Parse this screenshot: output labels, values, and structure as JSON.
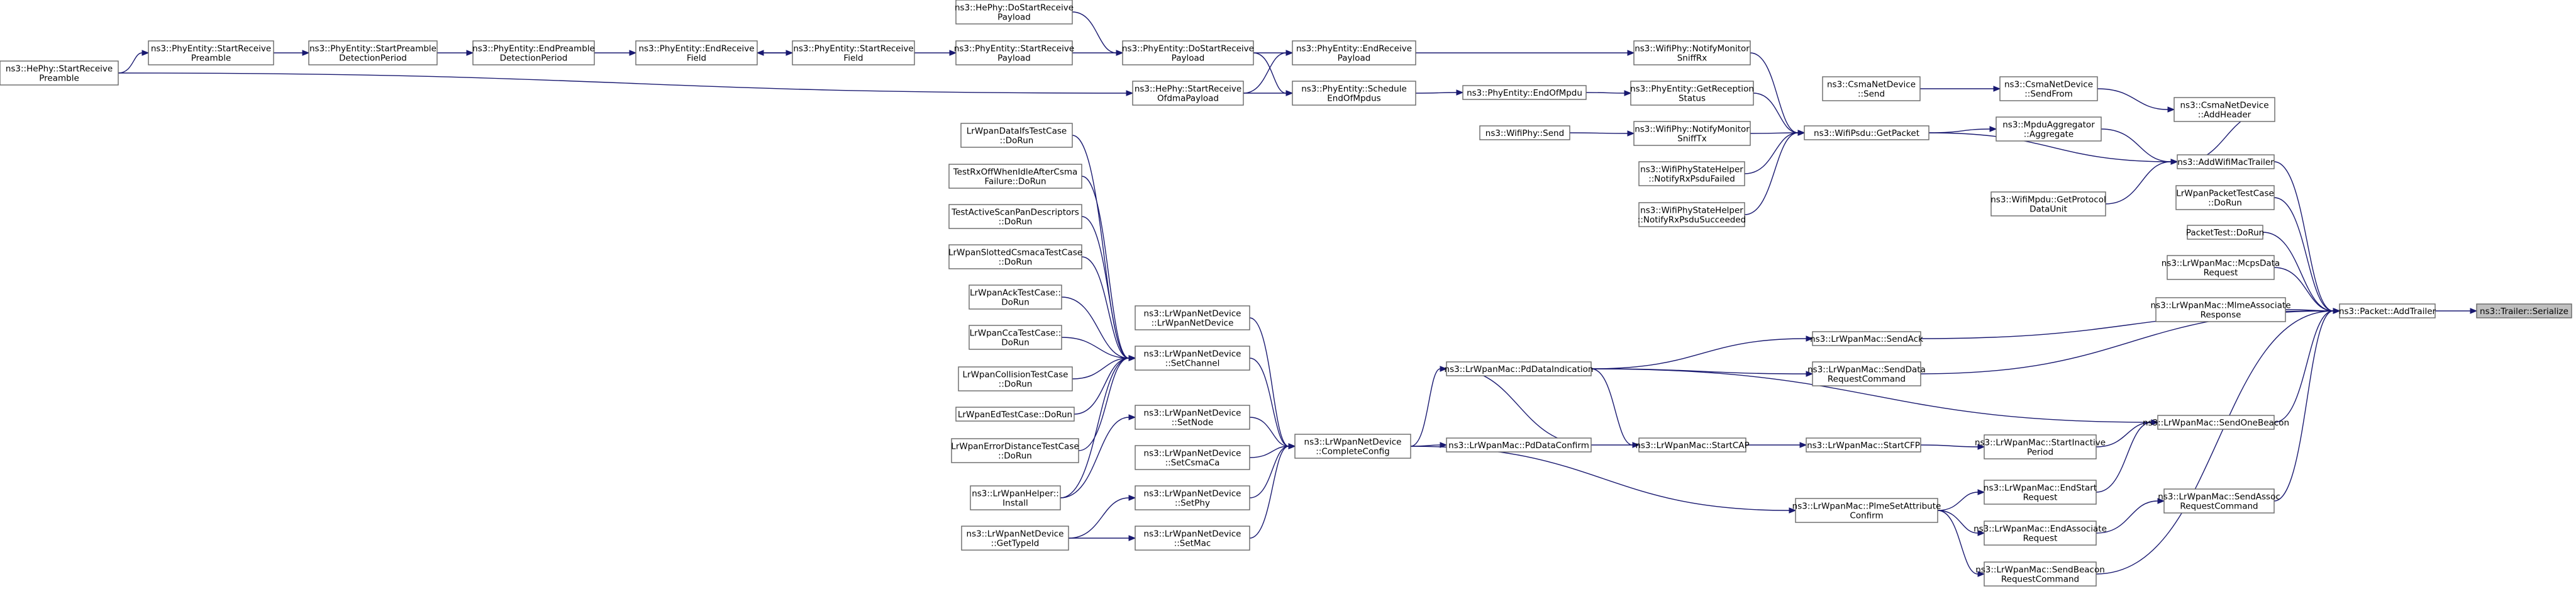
{
  "title": "",
  "colors": {
    "edge": "#191970",
    "node_border": "#666666",
    "root_fill": "#bfbfbf",
    "node_fill": "#ffffff"
  },
  "nodes": [
    {
      "id": "serialize",
      "lines": [
        "ns3::Trailer::Serialize"
      ],
      "root": true
    },
    {
      "id": "addTrailer",
      "lines": [
        "ns3::Packet::AddTrailer"
      ]
    },
    {
      "id": "addWifiMacTrailer",
      "lines": [
        "ns3::AddWifiMacTrailer"
      ]
    },
    {
      "id": "lrPacketTest",
      "lines": [
        "LrWpanPacketTestCase",
        "::DoRun"
      ]
    },
    {
      "id": "packetTest",
      "lines": [
        "PacketTest::DoRun"
      ]
    },
    {
      "id": "mcpsData",
      "lines": [
        "ns3::LrWpanMac::McpsData",
        "Request"
      ]
    },
    {
      "id": "mlmeAssocResp",
      "lines": [
        "ns3::LrWpanMac::MlmeAssociate",
        "Response"
      ]
    },
    {
      "id": "sendAck",
      "lines": [
        "ns3::LrWpanMac::SendAck"
      ]
    },
    {
      "id": "sendDataReq",
      "lines": [
        "ns3::LrWpanMac::SendData",
        "RequestCommand"
      ]
    },
    {
      "id": "sendOneBeacon",
      "lines": [
        "ns3::LrWpanMac::SendOneBeacon"
      ]
    },
    {
      "id": "sendAssocReq",
      "lines": [
        "ns3::LrWpanMac::SendAssoc",
        "RequestCommand"
      ]
    },
    {
      "id": "sendBeaconReq",
      "lines": [
        "ns3::LrWpanMac::SendBeacon",
        "RequestCommand"
      ]
    },
    {
      "id": "csmaAddHeader",
      "lines": [
        "ns3::CsmaNetDevice",
        "::AddHeader"
      ]
    },
    {
      "id": "csmaSendFrom",
      "lines": [
        "ns3::CsmaNetDevice",
        "::SendFrom"
      ]
    },
    {
      "id": "csmaSend",
      "lines": [
        "ns3::CsmaNetDevice",
        "::Send"
      ]
    },
    {
      "id": "mpduAgg",
      "lines": [
        "ns3::MpduAggregator",
        "::Aggregate"
      ]
    },
    {
      "id": "getProtocolDataUnit",
      "lines": [
        "ns3::WifiMpdu::GetProtocol",
        "DataUnit"
      ]
    },
    {
      "id": "getPacket",
      "lines": [
        "ns3::WifiPsdu::GetPacket"
      ]
    },
    {
      "id": "notifyMonitorRx",
      "lines": [
        "ns3::WifiPhy::NotifyMonitor",
        "SniffRx"
      ]
    },
    {
      "id": "getReceptionStatus",
      "lines": [
        "ns3::PhyEntity::GetReception",
        "Status"
      ]
    },
    {
      "id": "notifyMonitorTx",
      "lines": [
        "ns3::WifiPhy::NotifyMonitor",
        "SniffTx"
      ]
    },
    {
      "id": "notifyRxPsduFailed",
      "lines": [
        "ns3::WifiPhyStateHelper",
        "::NotifyRxPsduFailed"
      ]
    },
    {
      "id": "notifyRxPsduSucceeded",
      "lines": [
        "ns3::WifiPhyStateHelper",
        "::NotifyRxPsduSucceeded"
      ]
    },
    {
      "id": "wifiPhySend",
      "lines": [
        "ns3::WifiPhy::Send"
      ]
    },
    {
      "id": "endReceivePayload",
      "lines": [
        "ns3::PhyEntity::EndReceive",
        "Payload"
      ]
    },
    {
      "id": "endOfMpdu",
      "lines": [
        "ns3::PhyEntity::EndOfMpdu"
      ]
    },
    {
      "id": "scheduleEndOfMpdus",
      "lines": [
        "ns3::PhyEntity::Schedule",
        "EndOfMpdus"
      ]
    },
    {
      "id": "doStartReceivePayload",
      "lines": [
        "ns3::PhyEntity::DoStartReceive",
        "Payload"
      ]
    },
    {
      "id": "heStartReceiveOfdma",
      "lines": [
        "ns3::HePhy::StartReceive",
        "OfdmaPayload"
      ]
    },
    {
      "id": "heDoStartReceivePayload",
      "lines": [
        "ns3::HePhy::DoStartReceive",
        "Payload"
      ]
    },
    {
      "id": "startReceivePayload",
      "lines": [
        "ns3::PhyEntity::StartReceive",
        "Payload"
      ]
    },
    {
      "id": "startReceiveField",
      "lines": [
        "ns3::PhyEntity::StartReceive",
        "Field"
      ]
    },
    {
      "id": "endReceiveField",
      "lines": [
        "ns3::PhyEntity::EndReceive",
        "Field"
      ]
    },
    {
      "id": "endPreambleDetection",
      "lines": [
        "ns3::PhyEntity::EndPreamble",
        "DetectionPeriod"
      ]
    },
    {
      "id": "startPreambleDetection",
      "lines": [
        "ns3::PhyEntity::StartPreamble",
        "DetectionPeriod"
      ]
    },
    {
      "id": "phyStartReceivePreamble",
      "lines": [
        "ns3::PhyEntity::StartReceive",
        "Preamble"
      ]
    },
    {
      "id": "heStartReceivePreamble",
      "lines": [
        "ns3::HePhy::StartReceive",
        "Preamble"
      ]
    },
    {
      "id": "pdDataIndication",
      "lines": [
        "ns3::LrWpanMac::PdDataIndication"
      ]
    },
    {
      "id": "pdDataConfirm",
      "lines": [
        "ns3::LrWpanMac::PdDataConfirm"
      ]
    },
    {
      "id": "startCap",
      "lines": [
        "ns3::LrWpanMac::StartCAP"
      ]
    },
    {
      "id": "startCfp",
      "lines": [
        "ns3::LrWpanMac::StartCFP"
      ]
    },
    {
      "id": "startInactivePeriod",
      "lines": [
        "ns3::LrWpanMac::StartInactive",
        "Period"
      ]
    },
    {
      "id": "endStartRequest",
      "lines": [
        "ns3::LrWpanMac::EndStart",
        "Request"
      ]
    },
    {
      "id": "endAssociateRequest",
      "lines": [
        "ns3::LrWpanMac::EndAssociate",
        "Request"
      ]
    },
    {
      "id": "plmeSetAttrConfirm",
      "lines": [
        "ns3::LrWpanMac::PlmeSetAttribute",
        "Confirm"
      ]
    },
    {
      "id": "completeConfig",
      "lines": [
        "ns3::LrWpanNetDevice",
        "::CompleteConfig"
      ]
    },
    {
      "id": "lrNetDeviceCtor",
      "lines": [
        "ns3::LrWpanNetDevice",
        "::LrWpanNetDevice"
      ]
    },
    {
      "id": "setChannel",
      "lines": [
        "ns3::LrWpanNetDevice",
        "::SetChannel"
      ]
    },
    {
      "id": "setNode",
      "lines": [
        "ns3::LrWpanNetDevice",
        "::SetNode"
      ]
    },
    {
      "id": "setCsmaCa",
      "lines": [
        "ns3::LrWpanNetDevice",
        "::SetCsmaCa"
      ]
    },
    {
      "id": "setPhy",
      "lines": [
        "ns3::LrWpanNetDevice",
        "::SetPhy"
      ]
    },
    {
      "id": "setMac",
      "lines": [
        "ns3::LrWpanNetDevice",
        "::SetMac"
      ]
    },
    {
      "id": "dataIndTest",
      "lines": [
        "LrWpanDataIfsTestCase",
        "::DoRun"
      ]
    },
    {
      "id": "txOffTest",
      "lines": [
        "TestRxOffWhenIdleAfterCsma",
        "Failure::DoRun"
      ]
    },
    {
      "id": "activeScanTest",
      "lines": [
        "TestActiveScanPanDescriptors",
        "::DoRun"
      ]
    },
    {
      "id": "slottedCsmaTest",
      "lines": [
        "LrWpanSlottedCsmacaTestCase",
        "::DoRun"
      ]
    },
    {
      "id": "ackTest",
      "lines": [
        "LrWpanAckTestCase::",
        "DoRun"
      ]
    },
    {
      "id": "ccaTest",
      "lines": [
        "LrWpanCcaTestCase::",
        "DoRun"
      ]
    },
    {
      "id": "collisionTest",
      "lines": [
        "LrWpanCollisionTestCase",
        "::DoRun"
      ]
    },
    {
      "id": "edTest",
      "lines": [
        "LrWpanEdTestCase::DoRun"
      ]
    },
    {
      "id": "errorDistTest",
      "lines": [
        "LrWpanErrorDistanceTestCase",
        "::DoRun"
      ]
    },
    {
      "id": "helperInstall",
      "lines": [
        "ns3::LrWpanHelper::",
        "Install"
      ]
    },
    {
      "id": "getTypeId",
      "lines": [
        "ns3::LrWpanNetDevice",
        "::GetTypeId"
      ]
    }
  ],
  "edges": [
    [
      "addTrailer",
      "serialize"
    ],
    [
      "addWifiMacTrailer",
      "addTrailer"
    ],
    [
      "lrPacketTest",
      "addTrailer"
    ],
    [
      "packetTest",
      "addTrailer"
    ],
    [
      "mcpsData",
      "addTrailer"
    ],
    [
      "mlmeAssocResp",
      "addTrailer"
    ],
    [
      "sendAck",
      "addTrailer"
    ],
    [
      "sendDataReq",
      "addTrailer"
    ],
    [
      "sendOneBeacon",
      "addTrailer"
    ],
    [
      "sendAssocReq",
      "addTrailer"
    ],
    [
      "sendBeaconReq",
      "addTrailer"
    ],
    [
      "csmaAddHeader",
      "addWifiMacTrailer"
    ],
    [
      "mpduAgg",
      "addWifiMacTrailer"
    ],
    [
      "getProtocolDataUnit",
      "addWifiMacTrailer"
    ],
    [
      "getPacket",
      "addWifiMacTrailer"
    ],
    [
      "csmaSendFrom",
      "csmaAddHeader"
    ],
    [
      "csmaSend",
      "csmaSendFrom"
    ],
    [
      "getPacket",
      "mpduAgg"
    ],
    [
      "notifyMonitorRx",
      "getPacket"
    ],
    [
      "getReceptionStatus",
      "getPacket"
    ],
    [
      "notifyMonitorTx",
      "getPacket"
    ],
    [
      "notifyRxPsduFailed",
      "getPacket"
    ],
    [
      "notifyRxPsduSucceeded",
      "getPacket"
    ],
    [
      "endReceivePayload",
      "notifyMonitorRx"
    ],
    [
      "endOfMpdu",
      "getReceptionStatus"
    ],
    [
      "wifiPhySend",
      "notifyMonitorTx"
    ],
    [
      "scheduleEndOfMpdus",
      "endOfMpdu"
    ],
    [
      "doStartReceivePayload",
      "endReceivePayload"
    ],
    [
      "heStartReceiveOfdma",
      "endReceivePayload"
    ],
    [
      "doStartReceivePayload",
      "scheduleEndOfMpdus"
    ],
    [
      "heStartReceiveOfdma",
      "scheduleEndOfMpdus"
    ],
    [
      "heDoStartReceivePayload",
      "doStartReceivePayload"
    ],
    [
      "startReceivePayload",
      "doStartReceivePayload"
    ],
    [
      "startReceiveField",
      "startReceivePayload"
    ],
    [
      "endReceiveField",
      "startReceiveField"
    ],
    [
      "startReceiveField",
      "endReceiveField"
    ],
    [
      "endPreambleDetection",
      "endReceiveField"
    ],
    [
      "startPreambleDetection",
      "endPreambleDetection"
    ],
    [
      "phyStartReceivePreamble",
      "startPreambleDetection"
    ],
    [
      "heStartReceivePreamble",
      "phyStartReceivePreamble"
    ],
    [
      "heStartReceivePreamble",
      "heStartReceiveOfdma"
    ],
    [
      "pdDataIndication",
      "sendAck"
    ],
    [
      "pdDataIndication",
      "sendDataReq"
    ],
    [
      "pdDataIndication",
      "sendOneBeacon"
    ],
    [
      "pdDataConfirm",
      "pdDataIndication"
    ],
    [
      "pdDataConfirm",
      "startCap"
    ],
    [
      "pdDataIndication",
      "startCap"
    ],
    [
      "startCap",
      "startCfp"
    ],
    [
      "startCfp",
      "startInactivePeriod"
    ],
    [
      "startInactivePeriod",
      "sendOneBeacon"
    ],
    [
      "endStartRequest",
      "sendOneBeacon"
    ],
    [
      "plmeSetAttrConfirm",
      "endStartRequest"
    ],
    [
      "plmeSetAttrConfirm",
      "endAssociateRequest"
    ],
    [
      "plmeSetAttrConfirm",
      "sendBeaconReq"
    ],
    [
      "endAssociateRequest",
      "sendAssocReq"
    ],
    [
      "completeConfig",
      "pdDataIndication"
    ],
    [
      "completeConfig",
      "pdDataConfirm"
    ],
    [
      "completeConfig",
      "plmeSetAttrConfirm"
    ],
    [
      "lrNetDeviceCtor",
      "completeConfig"
    ],
    [
      "setChannel",
      "completeConfig"
    ],
    [
      "setNode",
      "completeConfig"
    ],
    [
      "setCsmaCa",
      "completeConfig"
    ],
    [
      "setPhy",
      "completeConfig"
    ],
    [
      "setMac",
      "completeConfig"
    ],
    [
      "dataIndTest",
      "setChannel"
    ],
    [
      "txOffTest",
      "setChannel"
    ],
    [
      "activeScanTest",
      "setChannel"
    ],
    [
      "slottedCsmaTest",
      "setChannel"
    ],
    [
      "ackTest",
      "setChannel"
    ],
    [
      "ccaTest",
      "setChannel"
    ],
    [
      "collisionTest",
      "setChannel"
    ],
    [
      "edTest",
      "setChannel"
    ],
    [
      "errorDistTest",
      "setChannel"
    ],
    [
      "helperInstall",
      "setChannel"
    ],
    [
      "helperInstall",
      "setNode"
    ],
    [
      "getTypeId",
      "setPhy"
    ],
    [
      "getTypeId",
      "setMac"
    ]
  ]
}
